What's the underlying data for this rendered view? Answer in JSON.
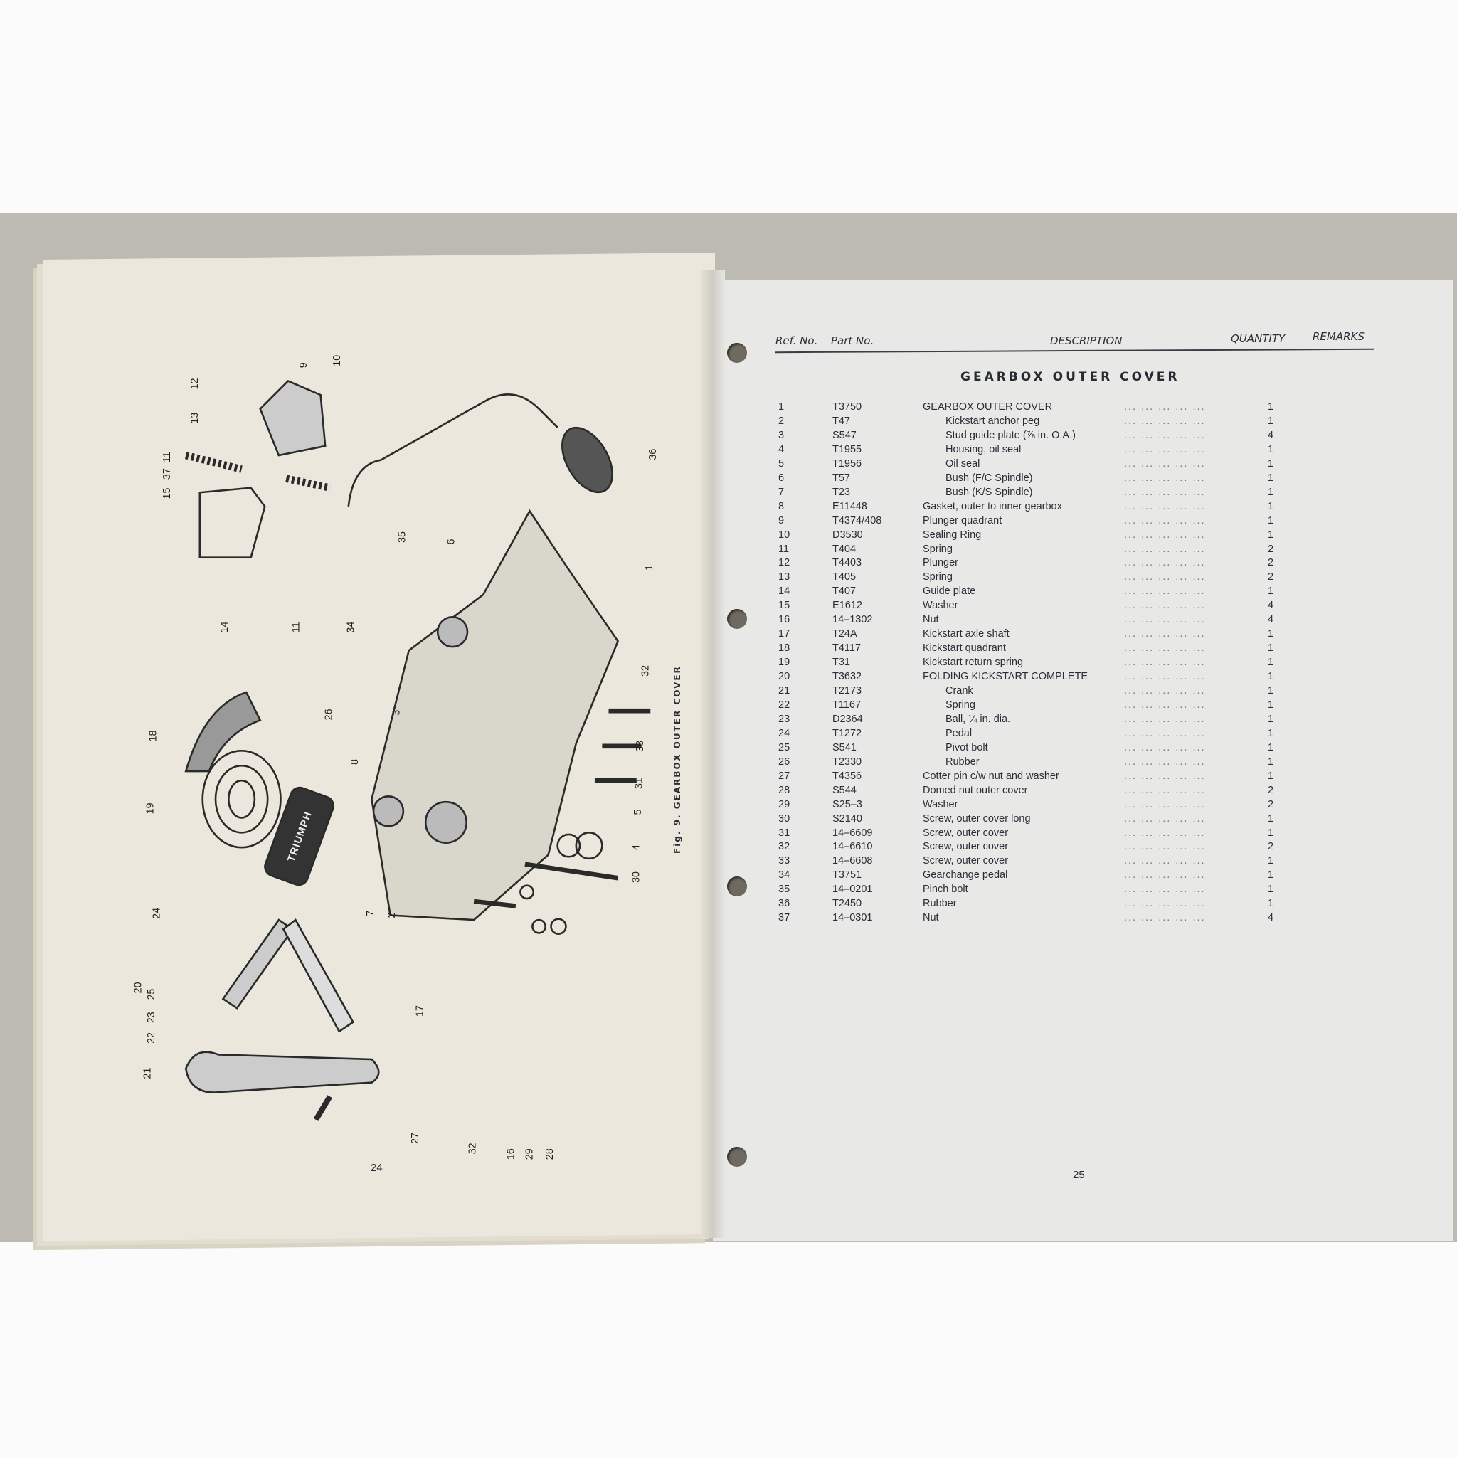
{
  "left_page": {
    "page_number": "24",
    "figure_caption": "Fig. 9.  GEARBOX OUTER COVER",
    "callouts": [
      "12",
      "13",
      "9",
      "10",
      "11",
      "37",
      "15",
      "14",
      "11",
      "34",
      "35",
      "6",
      "36",
      "1",
      "32",
      "33",
      "31",
      "5",
      "4",
      "30",
      "18",
      "26",
      "19",
      "3",
      "8",
      "7",
      "2",
      "24",
      "20",
      "25",
      "23",
      "22",
      "21",
      "17",
      "27",
      "32",
      "16",
      "29",
      "28"
    ],
    "brand_on_rubber": "TRIUMPH"
  },
  "right_page": {
    "page_number": "25",
    "header": {
      "ref": "Ref. No.",
      "part": "Part No.",
      "description": "DESCRIPTION",
      "quantity": "QUANTITY",
      "remarks": "REMARKS"
    },
    "section_title": "GEARBOX OUTER COVER",
    "rows": [
      {
        "ref": "1",
        "part": "T3750",
        "desc": "GEARBOX OUTER COVER",
        "qty": "1",
        "sub": false
      },
      {
        "ref": "2",
        "part": "T47",
        "desc": "Kickstart anchor peg",
        "qty": "1",
        "sub": true
      },
      {
        "ref": "3",
        "part": "S547",
        "desc": "Stud guide plate (⅞ in. O.A.)",
        "qty": "4",
        "sub": true
      },
      {
        "ref": "4",
        "part": "T1955",
        "desc": "Housing, oil seal",
        "qty": "1",
        "sub": true
      },
      {
        "ref": "5",
        "part": "T1956",
        "desc": "Oil seal",
        "qty": "1",
        "sub": true
      },
      {
        "ref": "6",
        "part": "T57",
        "desc": "Bush (F/C Spindle)",
        "qty": "1",
        "sub": true
      },
      {
        "ref": "7",
        "part": "T23",
        "desc": "Bush (K/S Spindle)",
        "qty": "1",
        "sub": true
      },
      {
        "ref": "8",
        "part": "E11448",
        "desc": "Gasket, outer to inner gearbox",
        "qty": "1",
        "sub": false
      },
      {
        "ref": "9",
        "part": "T4374/408",
        "desc": "Plunger quadrant",
        "qty": "1",
        "sub": false
      },
      {
        "ref": "10",
        "part": "D3530",
        "desc": "Sealing Ring",
        "qty": "1",
        "sub": false
      },
      {
        "ref": "11",
        "part": "T404",
        "desc": "Spring",
        "qty": "2",
        "sub": false
      },
      {
        "ref": "12",
        "part": "T4403",
        "desc": "Plunger",
        "qty": "2",
        "sub": false
      },
      {
        "ref": "13",
        "part": "T405",
        "desc": "Spring",
        "qty": "2",
        "sub": false
      },
      {
        "ref": "14",
        "part": "T407",
        "desc": "Guide plate",
        "qty": "1",
        "sub": false
      },
      {
        "ref": "15",
        "part": "E1612",
        "desc": "Washer",
        "qty": "4",
        "sub": false
      },
      {
        "ref": "16",
        "part": "14–1302",
        "desc": "Nut",
        "qty": "4",
        "sub": false
      },
      {
        "ref": "17",
        "part": "T24A",
        "desc": "Kickstart axle shaft",
        "qty": "1",
        "sub": false
      },
      {
        "ref": "18",
        "part": "T4117",
        "desc": "Kickstart quadrant",
        "qty": "1",
        "sub": false
      },
      {
        "ref": "19",
        "part": "T31",
        "desc": "Kickstart return spring",
        "qty": "1",
        "sub": false
      },
      {
        "ref": "20",
        "part": "T3632",
        "desc": "FOLDING KICKSTART COMPLETE",
        "qty": "1",
        "sub": false
      },
      {
        "ref": "21",
        "part": "T2173",
        "desc": "Crank",
        "qty": "1",
        "sub": true
      },
      {
        "ref": "22",
        "part": "T1167",
        "desc": "Spring",
        "qty": "1",
        "sub": true
      },
      {
        "ref": "23",
        "part": "D2364",
        "desc": "Ball, ¼ in. dia.",
        "qty": "1",
        "sub": true
      },
      {
        "ref": "24",
        "part": "T1272",
        "desc": "Pedal",
        "qty": "1",
        "sub": true
      },
      {
        "ref": "25",
        "part": "S541",
        "desc": "Pivot bolt",
        "qty": "1",
        "sub": true
      },
      {
        "ref": "26",
        "part": "T2330",
        "desc": "Rubber",
        "qty": "1",
        "sub": true
      },
      {
        "ref": "27",
        "part": "T4356",
        "desc": "Cotter pin c/w nut and washer",
        "qty": "1",
        "sub": false
      },
      {
        "ref": "28",
        "part": "S544",
        "desc": "Domed nut outer cover",
        "qty": "2",
        "sub": false
      },
      {
        "ref": "29",
        "part": "S25–3",
        "desc": "Washer",
        "qty": "2",
        "sub": false
      },
      {
        "ref": "30",
        "part": "S2140",
        "desc": "Screw, outer cover long",
        "qty": "1",
        "sub": false
      },
      {
        "ref": "31",
        "part": "14–6609",
        "desc": "Screw, outer cover",
        "qty": "1",
        "sub": false
      },
      {
        "ref": "32",
        "part": "14–6610",
        "desc": "Screw, outer cover",
        "qty": "2",
        "sub": false
      },
      {
        "ref": "33",
        "part": "14–6608",
        "desc": "Screw, outer cover",
        "qty": "1",
        "sub": false
      },
      {
        "ref": "34",
        "part": "T3751",
        "desc": "Gearchange pedal",
        "qty": "1",
        "sub": false
      },
      {
        "ref": "35",
        "part": "14–0201",
        "desc": "Pinch bolt",
        "qty": "1",
        "sub": false
      },
      {
        "ref": "36",
        "part": "T2450",
        "desc": "Rubber",
        "qty": "1",
        "sub": false
      },
      {
        "ref": "37",
        "part": "14–0301",
        "desc": "Nut",
        "qty": "4",
        "sub": false
      }
    ]
  }
}
